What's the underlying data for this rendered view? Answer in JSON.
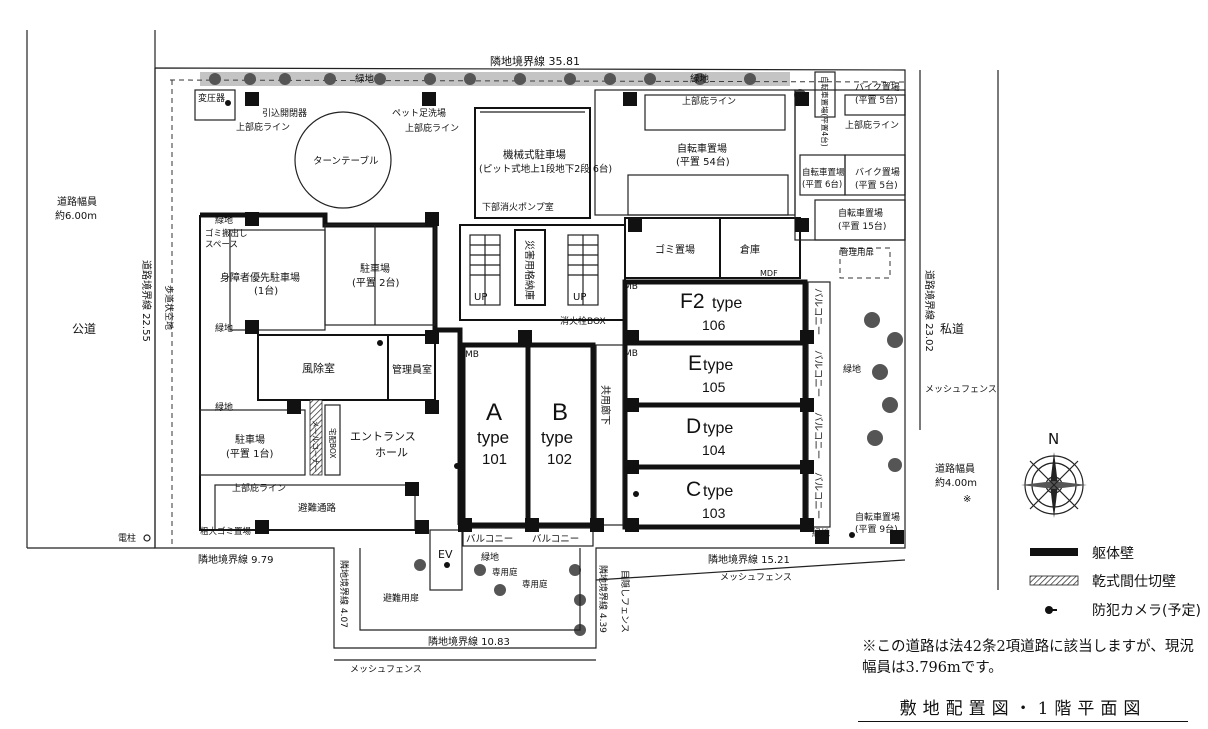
{
  "boundaries": {
    "north": "隣地境界線 35.81",
    "west": "道路境界線 22.55",
    "east": "道路境界線 23.02",
    "south_left": "隣地境界線 9.79",
    "south_step": "隣地境界線 4.07",
    "south_bottom": "隣地境界線 10.83",
    "south_right": "隣地境界線 15.21",
    "south_step_right": "隣地境界線 4.39"
  },
  "roads": {
    "west_name": "公道",
    "west_width_label": "道路幅員",
    "west_width_value": "約6.00m",
    "east_name": "私道",
    "east_width_label": "道路幅員",
    "east_width_value": "約4.00m",
    "east_mark": "※",
    "sidewalk": "歩道状空地"
  },
  "labels": {
    "green": "緑地",
    "transformer": "変圧器",
    "switch_room": "引込開閉器",
    "pet_wash": "ペット足洗場",
    "eave_line": "上部庇ライン",
    "turntable": "ターンテーブル",
    "mech_parking": "機械式駐車場",
    "mech_parking_sub": "(ピット式地上1段地下2段 6台)",
    "pump_room": "下部消火ポンプ室",
    "bike_54": "自転車置場",
    "bike_54_sub": "(平置 54台)",
    "bike_small_4": "自転車置場(平置4台)",
    "moto_5a": "バイク置場",
    "moto_5a_sub": "(平置 5台)",
    "bike_6": "自転車置場",
    "bike_6_sub": "(平置 6台)",
    "moto_5b": "バイク置場",
    "moto_5b_sub": "(平置 5台)",
    "bike_15": "自転車置場",
    "bike_15_sub": "(平置 15台)",
    "admin_door": "管理用扉",
    "garbage_out": "ゴミ搬出し",
    "garbage_space": "スペース",
    "disabled_parking": "身障者優先駐車場",
    "disabled_parking_sub": "(1台)",
    "parking_2": "駐車場",
    "parking_2_sub": "(平置 2台)",
    "disaster_storage": "災害用格納庫",
    "garbage": "ゴミ置場",
    "storage": "倉庫",
    "mdf": "MDF",
    "mb": "MB",
    "up": "UP",
    "hydrant_box": "消火栓BOX",
    "windbreak": "風除室",
    "manager_room": "管理員室",
    "entrance": "エントランス",
    "entrance2": "ホール",
    "mailbox": "メールコーナー",
    "delivery_box": "宅配BOX",
    "parking_1": "駐車場",
    "parking_1_sub": "(平置 1台)",
    "evac": "避難通路",
    "bulky_garbage": "粗大ゴミ置場",
    "pole": "電柱",
    "ev": "EV",
    "corridor": "共用廊下",
    "balcony": "バルコニー",
    "private_garden": "専用庭",
    "evac_door": "避難用扉",
    "mesh_fence": "メッシュフェンス",
    "blind_fence": "目隠しフェンス",
    "bike_9": "自転車置場",
    "bike_9_sub": "(平置 9台)"
  },
  "units": [
    {
      "type": "A",
      "suffix": "type",
      "number": "101"
    },
    {
      "type": "B",
      "suffix": "type",
      "number": "102"
    },
    {
      "type": "F2",
      "suffix": "type",
      "number": "106"
    },
    {
      "type": "E",
      "suffix": "type",
      "number": "105"
    },
    {
      "type": "D",
      "suffix": "type",
      "number": "104"
    },
    {
      "type": "C",
      "suffix": "type",
      "number": "103"
    }
  ],
  "compass": {
    "north": "N"
  },
  "legend": [
    {
      "label": "躯体壁"
    },
    {
      "label": "乾式間仕切壁"
    },
    {
      "label": "防犯カメラ(予定)"
    }
  ],
  "note": "※この道路は法42条2項道路に該当しますが、現況幅員は3.796mです。",
  "title": "敷地配置図・1階平面図"
}
